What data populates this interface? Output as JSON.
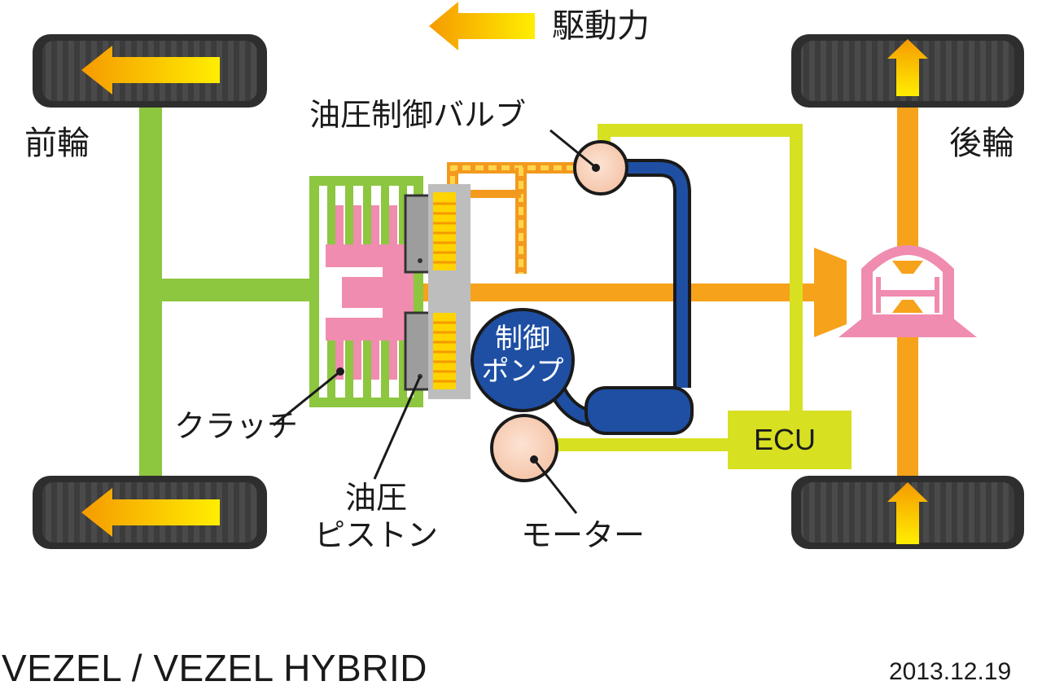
{
  "legend": {
    "drive_force": "駆動力"
  },
  "labels": {
    "front_wheel": "前輪",
    "rear_wheel": "後輪",
    "hydraulic_valve": "油圧制御バルブ",
    "control_pump_line1": "制御",
    "control_pump_line2": "ポンプ",
    "clutch": "クラッチ",
    "hydraulic_piston_line1": "油圧",
    "hydraulic_piston_line2": "ピストン",
    "motor": "モーター",
    "ecu": "ECU"
  },
  "footer": {
    "title": "VEZEL / VEZEL HYBRID",
    "date": "2013.12.19"
  },
  "colors": {
    "front_shaft": "#8dc63f",
    "rear_shaft": "#f7a21b",
    "control_line": "#d7e021",
    "hydraulic_line": "#1e4fa3",
    "clutch_plate": "#f08cb0",
    "tire": "#3a3a3a"
  }
}
